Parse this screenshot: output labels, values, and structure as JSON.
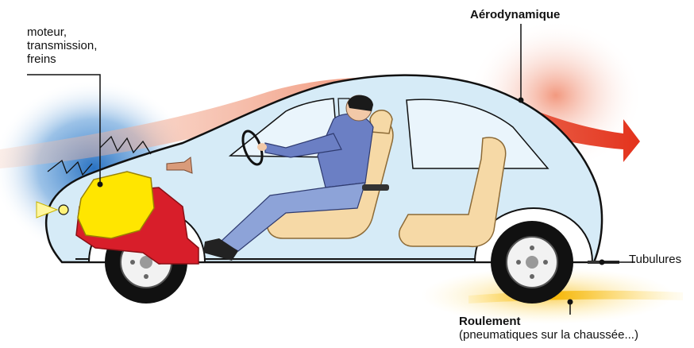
{
  "labels": {
    "engine": [
      "moteur,",
      "transmission,",
      "freins"
    ],
    "aero": "Aérodynamique",
    "tubing": "Tubulures",
    "rolling_title": "Roulement",
    "rolling_detail": "(pneumatiques sur la chaussée...)"
  },
  "colors": {
    "car_body": "#d6ebf7",
    "car_outline": "#111111",
    "aero_arrow": "#e8402a",
    "heat_blue": "#2f7fc8",
    "engine_yellow": "#ffe600",
    "engine_red": "#d81e2a",
    "road_glow": "#f4b400",
    "seat": "#f6d9a6",
    "driver_shirt": "#6b7fc4",
    "driver_pants": "#8da3d8"
  }
}
